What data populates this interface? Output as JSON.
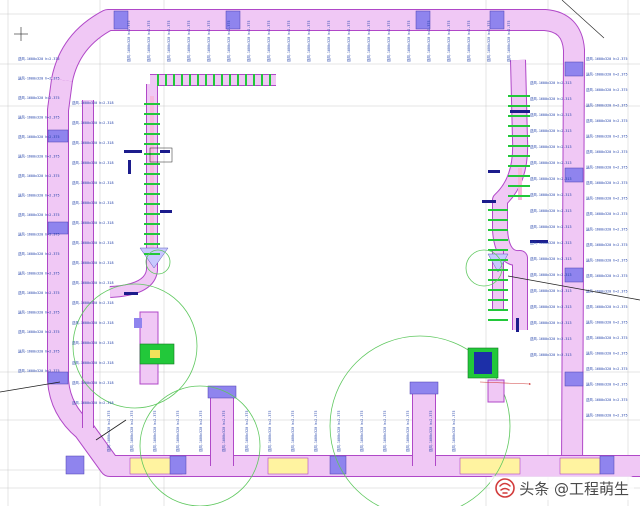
{
  "drawing": {
    "colors": {
      "duct_fill": "#f0c8f5",
      "duct_stroke": "#b048c8",
      "inner_duct": "#f7b8dd",
      "fitting_blue": "#8f84ee",
      "hanger_green": "#22c83a",
      "damper_navy": "#1c1c8c",
      "grid_line": "#c9c9c9",
      "annotation_blue": "#2a45b4",
      "circle_green": "#5fc85f",
      "equipment_yellow": "#f2e25a",
      "yellow_section": "#fff3a0"
    },
    "labels": {
      "left_outer": [
        "送风-1600x320 h=2.375",
        "送风-1600x320 h=2.375",
        "送风-1600x320 h=2.375",
        "送风-1600x320 h=2.375",
        "送风-1600x320 h=2.375",
        "送风-1600x320 h=2.375",
        "送风-1600x320 h=2.375",
        "送风-1600x320 h=2.375",
        "送风-1600x320 h=2.375",
        "送风-1600x320 h=2.375",
        "送风-1600x320 h=2.375",
        "送风-1600x320 h=2.375",
        "送风-1600x320 h=2.375",
        "送风-1600x320 h=2.375",
        "送风-1600x320 h=2.375",
        "送风-1600x320 h=2.375",
        "送风-1600x320 h=2.375"
      ],
      "left_inner": [
        "送风-1600x320 h=2.318",
        "送风-1600x320 h=2.318",
        "送风-1600x320 h=2.318",
        "送风-1600x320 h=2.318",
        "送风-1600x320 h=2.318",
        "送风-1600x320 h=2.318",
        "送风-1600x320 h=2.318",
        "送风-1600x320 h=2.318",
        "送风-1600x320 h=2.318",
        "送风-1600x320 h=2.318",
        "送风-1600x320 h=2.318",
        "送风-1600x320 h=2.318",
        "送风-1600x320 h=2.318",
        "送风-1600x320 h=2.318",
        "送风-1600x320 h=2.318",
        "送风-1600x320 h=2.318"
      ],
      "right_inner": [
        "送风-1600x320 h=2.313",
        "送风-1600x320 h=2.313",
        "送风-1600x320 h=2.313",
        "送风-1600x320 h=2.313",
        "送风-1600x320 h=2.313",
        "送风-1600x320 h=2.313",
        "送风-1600x320 h=2.313",
        "送风-1600x320 h=2.313",
        "送风-1600x320 h=2.313",
        "送风-1600x320 h=2.313",
        "送风-1600x320 h=2.313",
        "送风-1600x320 h=2.313",
        "送风-1600x320 h=2.313",
        "送风-1600x320 h=2.313",
        "送风-1600x320 h=2.313",
        "送风-1600x320 h=2.313",
        "送风-1600x320 h=2.313",
        "送风-1600x320 h=2.313"
      ],
      "right_outer": [
        "送风-1600x320 h=2.375",
        "送风-1600x320 h=2.375",
        "送风-1600x320 h=2.375",
        "送风-1600x320 h=2.375",
        "送风-1600x320 h=2.375",
        "送风-1600x320 h=2.375",
        "送风-1600x320 h=2.375",
        "送风-1600x320 h=2.375",
        "送风-1600x320 h=2.375",
        "送风-1600x320 h=2.375",
        "送风-1600x320 h=2.375",
        "送风-1600x320 h=2.375",
        "送风-1600x320 h=2.375",
        "送风-1600x320 h=2.375",
        "送风-1600x320 h=2.375",
        "送风-1600x320 h=2.375",
        "送风-1600x320 h=2.375",
        "送风-1600x320 h=2.375",
        "送风-1600x320 h=2.375",
        "送风-1600x320 h=2.375",
        "送风-1600x320 h=2.375",
        "送风-1600x320 h=2.375",
        "送风-1600x320 h=2.375",
        "送风-1600x320 h=2.375"
      ],
      "top_vertical": [
        "送风-1600x320 h=2.375",
        "送风-1600x320 h=2.375",
        "送风-1600x320 h=2.375",
        "送风-1600x320 h=2.375",
        "送风-1600x320 h=2.375",
        "送风-1600x320 h=2.375",
        "送风-1600x320 h=2.375",
        "送风-1600x320 h=2.375",
        "送风-1600x320 h=2.375",
        "送风-1600x320 h=2.375",
        "送风-1600x320 h=2.375",
        "送风-1600x320 h=2.375",
        "送风-1600x320 h=2.375",
        "送风-1600x320 h=2.375",
        "送风-1600x320 h=2.375",
        "送风-1600x320 h=2.375",
        "送风-1600x320 h=2.375",
        "送风-1600x320 h=2.375",
        "送风-1600x320 h=2.375",
        "送风-1600x320 h=2.375"
      ],
      "bottom_vertical": [
        "送风-1600x320 h=2.375",
        "送风-1600x320 h=2.375",
        "送风-1600x320 h=2.375",
        "送风-1600x320 h=2.375",
        "送风-1600x320 h=2.375",
        "送风-1600x320 h=2.375",
        "送风-1600x320 h=2.375",
        "送风-1600x320 h=2.375",
        "送风-1600x320 h=2.375",
        "送风-1600x320 h=2.375",
        "送风-1600x320 h=2.375",
        "送风-1600x320 h=2.375",
        "送风-1600x320 h=2.375",
        "送风-1600x320 h=2.375",
        "送风-1600x320 h=2.375",
        "送风-1600x320 h=2.375"
      ]
    }
  },
  "watermark": {
    "text": "头条 @工程萌生",
    "icon": "toutiao-logo-icon"
  }
}
